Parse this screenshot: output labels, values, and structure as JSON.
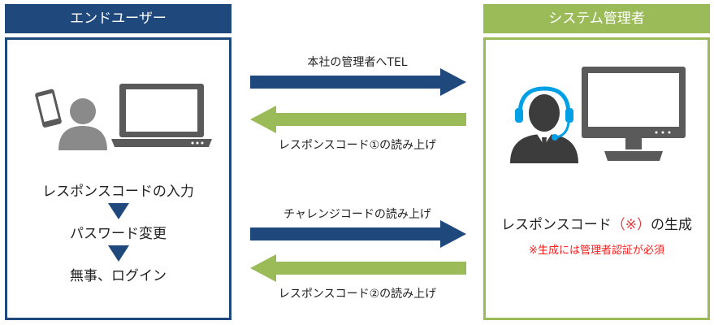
{
  "headers": {
    "end_user": "エンドユーザー",
    "admin": "システム管理者"
  },
  "end_user_steps": {
    "step1": "レスポンスコードの入力",
    "step2": "パスワード変更",
    "step3": "無事、ログイン"
  },
  "arrows": {
    "a1": "本社の管理者へTEL",
    "a2": "レスポンスコード①の読み上げ",
    "a3": "チャレンジコードの読み上げ",
    "a4": "レスポンスコード②の読み上げ"
  },
  "admin_panel": {
    "title_main": "レスポンスコード",
    "title_note": "（※）",
    "title_tail": "の生成",
    "requirement": "※生成には管理者認証が必須"
  },
  "colors": {
    "navy": "#1f497d",
    "green": "#9bbb59",
    "icon_gray": "#5a5a5a",
    "headset_blue": "#00a0e6",
    "alert_red": "#ff1a1a"
  },
  "icons": {
    "end_user": [
      "smartphone-icon",
      "person-icon",
      "laptop-icon"
    ],
    "admin": [
      "operator-headset-icon",
      "monitor-icon"
    ]
  }
}
